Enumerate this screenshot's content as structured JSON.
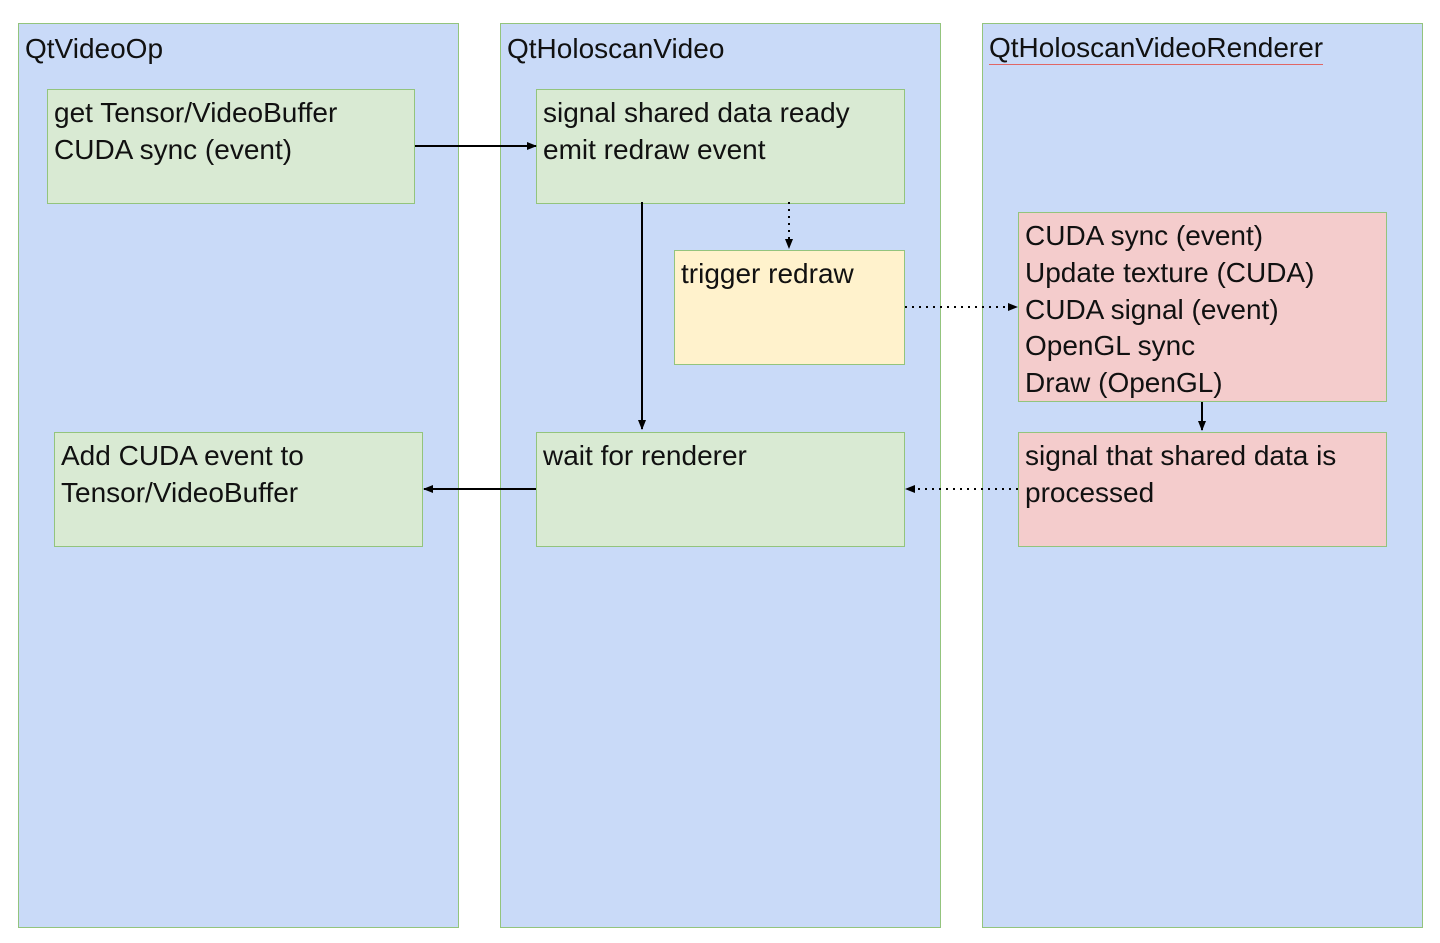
{
  "lanes": [
    {
      "title": "QtVideoOp"
    },
    {
      "title": "QtHoloscanVideo"
    },
    {
      "title": "QtHoloscanVideoRenderer"
    }
  ],
  "boxes": {
    "get_tensor": {
      "lines": [
        "get Tensor/VideoBuffer",
        "CUDA sync (event)"
      ]
    },
    "add_event": {
      "lines": [
        "Add CUDA event to",
        "Tensor/VideoBuffer"
      ]
    },
    "signal_ready": {
      "lines": [
        "signal shared data ready",
        "emit redraw event"
      ]
    },
    "trigger_redraw": {
      "lines": [
        "trigger redraw"
      ]
    },
    "wait_renderer": {
      "lines": [
        "wait for renderer"
      ]
    },
    "render_steps": {
      "lines": [
        "CUDA sync (event)",
        "Update texture (CUDA)",
        "CUDA signal (event)",
        "OpenGL sync",
        "Draw (OpenGL)"
      ]
    },
    "signal_processed": {
      "lines": [
        "signal that shared data is",
        "processed"
      ]
    }
  },
  "colors": {
    "lane_fill": "#c9daf8",
    "green_box": "#d9ead3",
    "yellow_box": "#fff2cc",
    "red_box": "#f4cccc",
    "border": "#93c47d"
  }
}
